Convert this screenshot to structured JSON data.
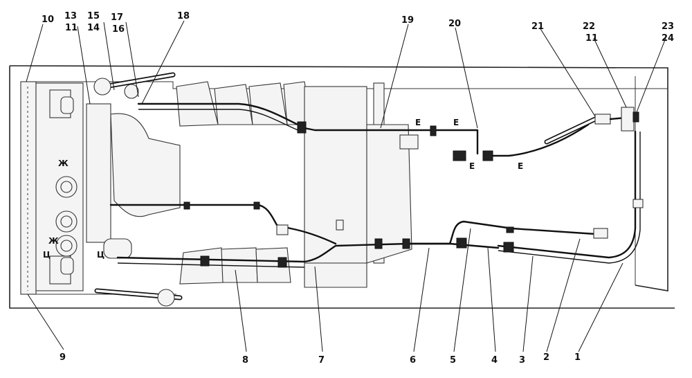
{
  "diagram": {
    "callouts": [
      {
        "id": "c1",
        "text": "1"
      },
      {
        "id": "c2",
        "text": "2"
      },
      {
        "id": "c3",
        "text": "3"
      },
      {
        "id": "c4",
        "text": "4"
      },
      {
        "id": "c5",
        "text": "5"
      },
      {
        "id": "c6",
        "text": "6"
      },
      {
        "id": "c7",
        "text": "7"
      },
      {
        "id": "c8",
        "text": "8"
      },
      {
        "id": "c9",
        "text": "9"
      },
      {
        "id": "c10",
        "text": "10"
      },
      {
        "id": "c13",
        "text": "13"
      },
      {
        "id": "c11a",
        "text": "11"
      },
      {
        "id": "c15",
        "text": "15"
      },
      {
        "id": "c14",
        "text": "14"
      },
      {
        "id": "c17",
        "text": "17"
      },
      {
        "id": "c16",
        "text": "16"
      },
      {
        "id": "c18",
        "text": "18"
      },
      {
        "id": "c19",
        "text": "19"
      },
      {
        "id": "c20",
        "text": "20"
      },
      {
        "id": "c21",
        "text": "21"
      },
      {
        "id": "c22",
        "text": "22"
      },
      {
        "id": "c11b",
        "text": "11"
      },
      {
        "id": "c23",
        "text": "23"
      },
      {
        "id": "c24",
        "text": "24"
      }
    ],
    "marks": [
      {
        "id": "m-e1",
        "text": "Е"
      },
      {
        "id": "m-e2",
        "text": "Е"
      },
      {
        "id": "m-e3",
        "text": "Е"
      },
      {
        "id": "m-e4",
        "text": "Е"
      },
      {
        "id": "m-zh1",
        "text": "Ж"
      },
      {
        "id": "m-zh2",
        "text": "Ж"
      },
      {
        "id": "m-ts1",
        "text": "Ц"
      },
      {
        "id": "m-ts2",
        "text": "Ц"
      }
    ]
  }
}
